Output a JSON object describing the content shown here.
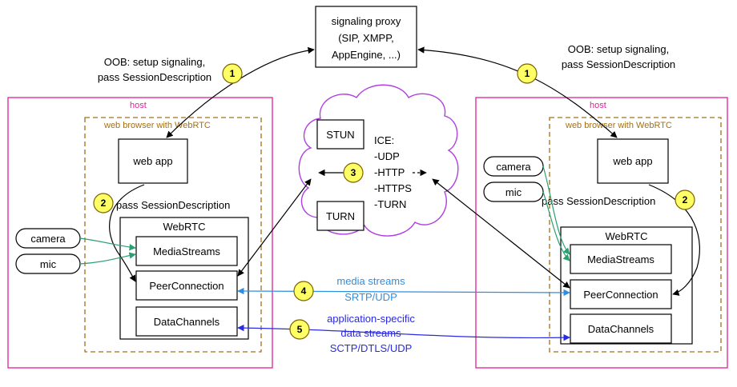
{
  "signaling_proxy": {
    "line1": "signaling proxy",
    "line2": "(SIP, XMPP,",
    "line3": "AppEngine, ...)"
  },
  "oob_left": {
    "line1": "OOB: setup signaling,",
    "line2": "pass SessionDescription"
  },
  "oob_right": {
    "line1": "OOB: setup signaling,",
    "line2": "pass SessionDescription"
  },
  "host_left": {
    "label": "host",
    "browser_label": "web browser with WebRTC",
    "web_app": "web app",
    "pass_sd": "pass SessionDescription",
    "webrtc": "WebRTC",
    "media_streams": "MediaStreams",
    "peer_connection": "PeerConnection",
    "data_channels": "DataChannels",
    "camera": "camera",
    "mic": "mic"
  },
  "host_right": {
    "label": "host",
    "browser_label": "web browser with WebRTC",
    "web_app": "web app",
    "pass_sd": "pass SessionDescription",
    "webrtc": "WebRTC",
    "media_streams": "MediaStreams",
    "peer_connection": "PeerConnection",
    "data_channels": "DataChannels",
    "camera": "camera",
    "mic": "mic"
  },
  "ice_cloud": {
    "stun": "STUN",
    "turn": "TURN",
    "ice_title": "ICE:",
    "protocols": [
      "-UDP",
      "-HTTP",
      "-HTTPS",
      "-TURN"
    ]
  },
  "badges": [
    "1",
    "1",
    "2",
    "2",
    "3",
    "4",
    "5"
  ],
  "media_label": {
    "line1": "media streams",
    "line2": "SRTP/UDP"
  },
  "data_label": {
    "line1": "application-specific",
    "line2": "data streams",
    "line3": "SCTP/DTLS/UDP"
  },
  "colors": {
    "host_border": "#e0209a",
    "browser_border": "#a0701a",
    "cloud_border": "#b040e0",
    "badge_fill": "#ffff66",
    "green_arrow": "#2aa070",
    "blue_arrow": "#2f8ee0",
    "indigo_arrow": "#2a2ae0"
  }
}
